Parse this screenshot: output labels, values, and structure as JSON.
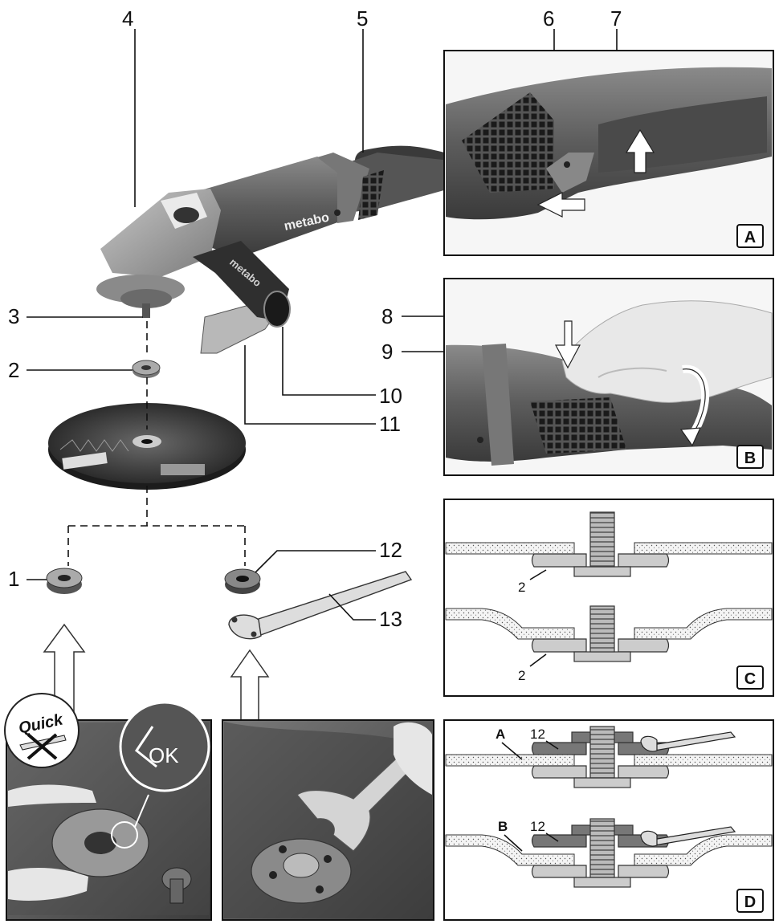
{
  "callouts": [
    "1",
    "2",
    "3",
    "4",
    "5",
    "6",
    "7",
    "8",
    "9",
    "10",
    "11",
    "12",
    "13"
  ],
  "panels": {
    "a": {
      "badge": "A"
    },
    "b": {
      "badge": "B"
    },
    "c": {
      "badge": "C",
      "label_top": "2",
      "label_bottom": "2"
    },
    "d": {
      "badge": "D",
      "label_a": "A",
      "label_b": "B",
      "label_12_top": "12",
      "label_12_bottom": "12"
    }
  },
  "brand": {
    "tool_logo": "metabo",
    "handle_logo": "metabo"
  },
  "quick_logo": "Quick",
  "ok_mark": "OK",
  "colors": {
    "photo_dark": "#3a3a3a",
    "photo_mid": "#6b6b6b",
    "photo_light": "#9a9a9a",
    "line": "#111111"
  }
}
